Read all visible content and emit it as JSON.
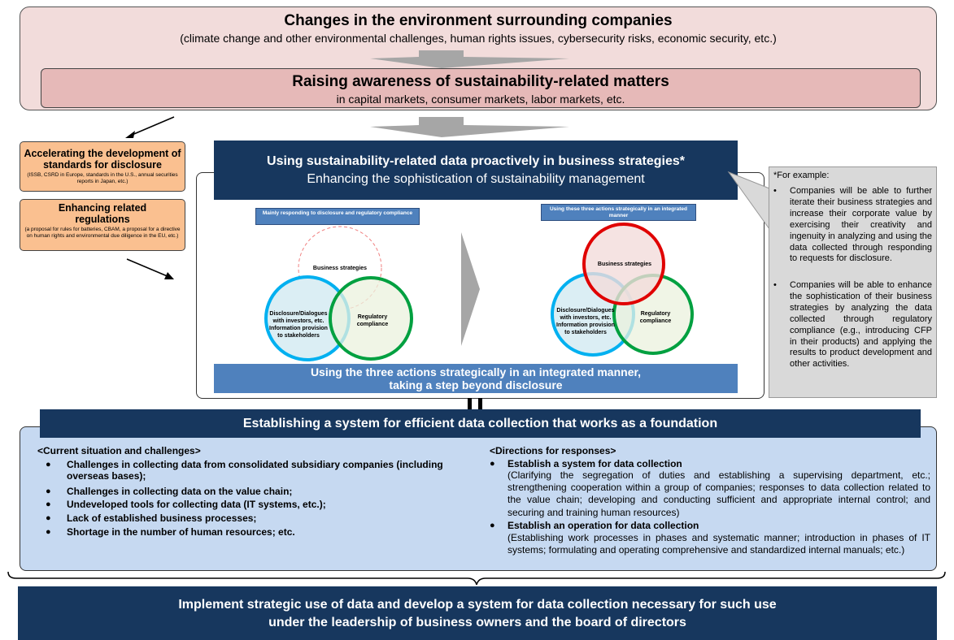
{
  "env": {
    "title": "Changes in the environment surrounding companies",
    "subtitle": "(climate change and other environmental challenges, human rights issues, cybersecurity risks, economic security, etc.)"
  },
  "awareness": {
    "title": "Raising awareness of sustainability-related matters",
    "subtitle": "in capital markets, consumer markets, labor markets, etc."
  },
  "standards": {
    "title": "Accelerating the development of standards for disclosure",
    "note": "(ISSB, CSRD in Europe, standards in the U.S., annual securities reports in Japan, etc.)"
  },
  "regulations": {
    "title": "Enhancing related regulations",
    "note": "(a proposal for rules for batteries, CBAM, a proposal for a directive on human rights and environmental due diligence in the EU, etc.)"
  },
  "strategy": {
    "title": "Using sustainability-related data proactively in business strategies*",
    "subtitle": "Enhancing the sophistication of sustainability management"
  },
  "venn_left": {
    "tag": "Mainly responding to disclosure and regulatory compliance",
    "business": "Business strategies",
    "disclosure": "Disclosure/Dialogues with investors, etc. Information provision to stakeholders",
    "regulatory": "Regulatory compliance"
  },
  "venn_right": {
    "tag": "Using these three actions strategically in an integrated manner",
    "business": "Business strategies",
    "disclosure": "Disclosure/Dialogues with investors, etc. Information provision to stakeholders",
    "regulatory": "Regulatory compliance"
  },
  "integrated": {
    "line1": "Using the three actions strategically in an integrated manner,",
    "line2": "taking a step beyond disclosure"
  },
  "callout": {
    "heading": "*For example:",
    "items": [
      "Companies will be able to further iterate their business strategies and increase their corporate value by exercising their creativity and ingenuity in analyzing and using the data collected through responding to requests for disclosure.",
      "Companies will be able to enhance the sophistication of their business strategies by analyzing the data collected through regulatory compliance (e.g., introducing CFP in their products) and applying the results to product development and other activities."
    ]
  },
  "foundation": {
    "title": "Establishing a system for efficient data collection that works as a foundation",
    "current_heading": "<Current situation and challenges>",
    "current_items": [
      "Challenges in collecting data from consolidated subsidiary companies (including overseas bases);",
      "Challenges in collecting data on the value chain;",
      "Undeveloped tools for collecting data (IT systems, etc.);",
      "Lack of established business processes;",
      "Shortage in the number of human resources; etc."
    ],
    "directions_heading": "<Directions for responses>",
    "directions": [
      {
        "title": "Establish a system for data collection",
        "detail": "(Clarifying the segregation of duties and establishing a supervising department, etc.; strengthening cooperation within a group of companies; responses to data collection related to the value chain; developing and conducting sufficient and appropriate internal control; and securing and training human resources)"
      },
      {
        "title": "Establish an operation for data collection",
        "detail": "(Establishing work processes in phases and systematic manner; introduction in phases of IT systems; formulating and operating comprehensive and standardized internal manuals; etc.)"
      }
    ]
  },
  "final": {
    "line1": "Implement strategic use of data and develop a system for data collection necessary for such use",
    "line2": "under the leadership of business owners and the board of directors"
  },
  "colors": {
    "navy": "#17375e",
    "mid_blue": "#4f81bd",
    "light_blue": "#c6d9f1",
    "pink_bg": "#f2dcdb",
    "pink_band": "#e6b9b8",
    "orange": "#fac090",
    "red_circle": "#e00000",
    "blue_circle": "#00b0f0",
    "green_circle": "#00a040",
    "arrow_gray": "#a6a6a6"
  }
}
